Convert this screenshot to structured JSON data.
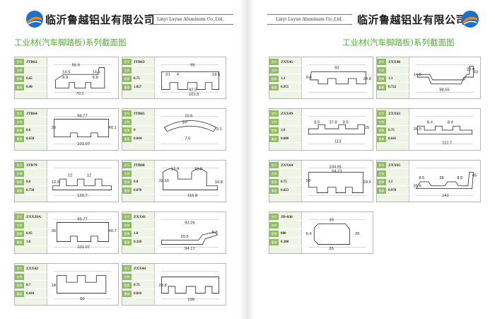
{
  "header": {
    "company_cn": "临沂鲁越铝业有限公司",
    "company_en": "Linyi Luyue Aluminum Co.,Ltd."
  },
  "section_title": "工业材(汽车脚踏板)系列截面图",
  "spec_labels": {
    "model": "型号",
    "name": "名称",
    "thickness": "壁厚",
    "weight": "重量"
  },
  "left_cards": [
    {
      "code": "JTB62",
      "thickness": "0.65",
      "weight": "0.40",
      "dims": [
        "56.9",
        "14.5",
        "14.5",
        "9.9",
        "9.9",
        "70.1"
      ]
    },
    {
      "code": "JTB63",
      "thickness": "0.75",
      "weight": "1.027",
      "dims": [
        "99",
        "21",
        "4",
        "19.5",
        "82.5",
        "101.5"
      ]
    },
    {
      "code": "JTB64",
      "thickness": "0.6",
      "weight": "0.650",
      "dims": [
        "99.77",
        "36",
        "40.1",
        "101.07"
      ]
    },
    {
      "code": "JTB65",
      "thickness": "0",
      "weight": "0.044",
      "dims": [
        "10.6",
        "39°",
        "3.1",
        "7.5"
      ]
    },
    {
      "code": "JTB79",
      "thickness": "0.6",
      "weight": "0.730",
      "dims": [
        "12",
        "12",
        "12.3",
        "120.7"
      ]
    },
    {
      "code": "JTB80",
      "thickness": "0.8",
      "weight": "0.670",
      "dims": [
        "12.9",
        "12.9",
        "32.16",
        "116.8",
        "10.8"
      ]
    },
    {
      "code": "ZXX39A",
      "thickness": "0.95",
      "weight": "1.0",
      "dims": [
        "99.77",
        "36",
        "40.7",
        "101.07"
      ]
    },
    {
      "code": "ZXX41",
      "thickness": "1.0",
      "weight": "0.350",
      "dims": [
        "93.26",
        "5.8",
        "20.5",
        "94.17"
      ]
    },
    {
      "code": "ZXX42",
      "thickness": "0.7",
      "weight": "0.410",
      "dims": [
        "18",
        "60"
      ]
    },
    {
      "code": "ZXX44",
      "thickness": "0.75",
      "weight": "0.810",
      "dims": [
        "28.8",
        "109"
      ]
    }
  ],
  "right_cards": [
    {
      "code": "ZXX45",
      "thickness": "1.3",
      "weight": "0.955",
      "dims": [
        "92",
        "9.6",
        "34.8"
      ]
    },
    {
      "code": "ZXX46",
      "thickness": "1.3",
      "weight": "0.722",
      "dims": [
        "28.9",
        "14.5",
        "43",
        "98.55"
      ]
    },
    {
      "code": "ZXX49",
      "thickness": "1.0",
      "weight": "0.680",
      "dims": [
        "8.5",
        "37.8",
        "8.5",
        "15",
        "113"
      ]
    },
    {
      "code": "ZXX63",
      "thickness": "0.75",
      "weight": "0.641",
      "dims": [
        "8.4",
        "8.4",
        "26.5",
        "112.7"
      ]
    },
    {
      "code": "ZXX64",
      "thickness": "0.75",
      "weight": "0.823",
      "dims": [
        "104.91",
        "64.21",
        "58",
        "29.6"
      ]
    },
    {
      "code": "ZXX65",
      "thickness": "1.2",
      "weight": "0.970",
      "dims": [
        "8.5",
        "38",
        "8.5",
        "45",
        "25.6",
        "141"
      ]
    },
    {
      "code": "JD-036",
      "thickness": "000",
      "weight": "0.300",
      "dims": [
        "39",
        "26",
        "6.4",
        "35"
      ]
    }
  ],
  "colors": {
    "title_green": "#5aa83c",
    "label_green": "#8dbb5e",
    "logo_blue": "#1f6fc5",
    "logo_orange": "#f08a1c"
  }
}
